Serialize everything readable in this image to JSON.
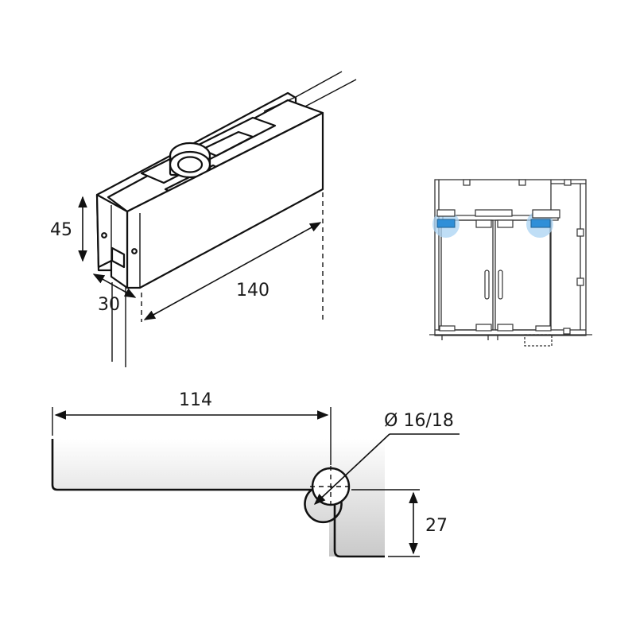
{
  "dimensions": {
    "height": "45",
    "depth": "30",
    "length": "140",
    "profile_width": "114",
    "profile_height": "27",
    "pin_diameter": "Ø 16/18"
  },
  "colors": {
    "highlight": "#2f8fd8",
    "highlight_halo": "#a9d3f3",
    "line": "#111111"
  }
}
